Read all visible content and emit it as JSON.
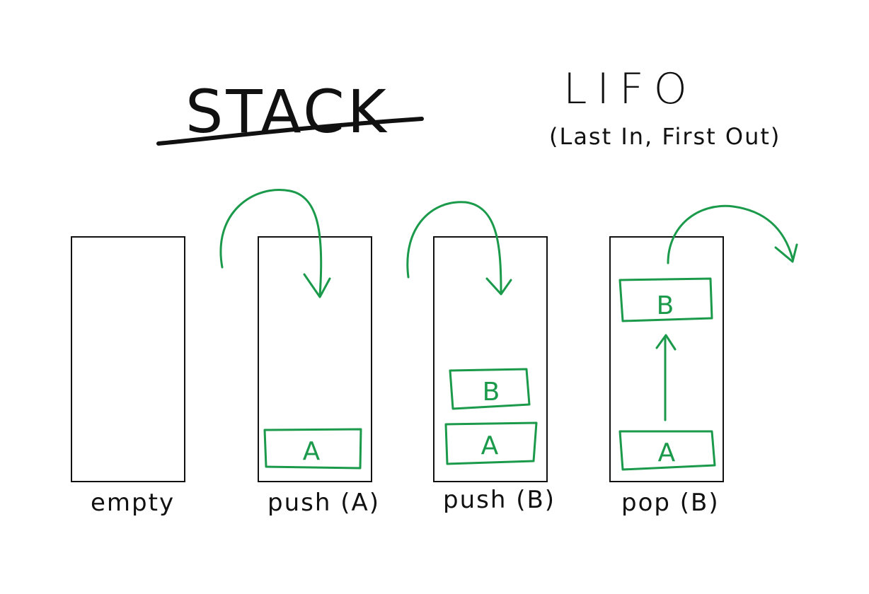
{
  "title": "STACK",
  "acronym": "LIFO",
  "acronym_expansion": "(Last In, First Out)",
  "colors": {
    "ink": "#111111",
    "accent": "#1a9a4a"
  },
  "stacks": [
    {
      "label": "empty",
      "items": []
    },
    {
      "label": "push (A)",
      "items": [
        "A"
      ]
    },
    {
      "label": "push (B)",
      "items": [
        "A",
        "B"
      ]
    },
    {
      "label": "pop (B)",
      "items": [
        "A",
        "B"
      ]
    }
  ]
}
